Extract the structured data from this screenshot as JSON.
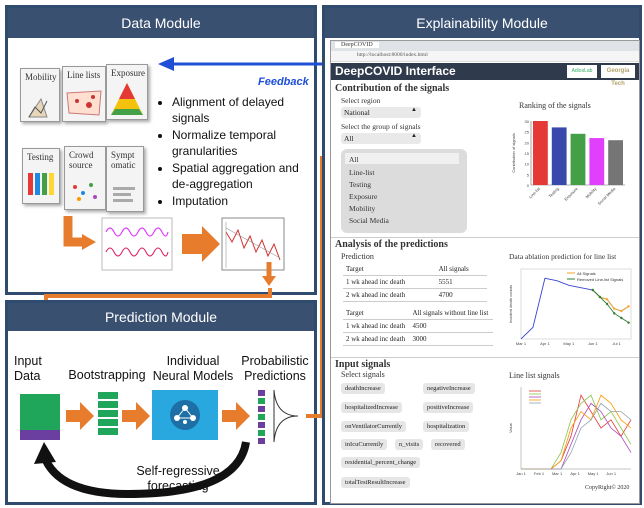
{
  "data_module": {
    "title": "Data Module",
    "feedback_label": "Feedback",
    "cards": [
      "Mobility",
      "Line lists",
      "Exposure",
      "Testing",
      "Crowd source",
      "Sympt omatic"
    ],
    "bullets": [
      "Alignment of delayed signals",
      "Normalize temporal granularities",
      "Spatial aggregation and de-aggregation",
      "Imputation"
    ]
  },
  "prediction_module": {
    "title": "Prediction Module",
    "steps": [
      "Input Data",
      "Bootstrapping",
      "Individual Neural Models",
      "Probabilistic Predictions"
    ],
    "loop_label": "Self-regressive forecasting"
  },
  "explainability_module": {
    "title": "Explainability Module",
    "browser_tab": "DeepCOVID",
    "browser_url": "http://localhost:8000/index.html",
    "app_title": "DeepCOVID Interface",
    "logo_1": "AdiosLab",
    "logo_2": "Georgia Tech",
    "contrib": {
      "heading": "Contribution of the signals",
      "region_label": "Select region",
      "region_value": "National",
      "group_label": "Select the group of signals",
      "group_value": "All",
      "group_options": [
        "All",
        "Line-list",
        "Testing",
        "Exposure",
        "Mobility",
        "Social Media"
      ],
      "ranking_title": "Ranking of the signals"
    },
    "analysis": {
      "heading": "Analysis of the predictions",
      "prediction_label": "Prediction",
      "table1": {
        "headers": [
          "Target",
          "All signals"
        ],
        "rows": [
          [
            "1 wk ahead inc death",
            "5551"
          ],
          [
            "2 wk ahead inc death",
            "4700"
          ]
        ]
      },
      "table2": {
        "headers": [
          "Target",
          "All signals without line list"
        ],
        "rows": [
          [
            "1 wk ahead inc death",
            "4500"
          ],
          [
            "2 wk ahead inc death",
            "3000"
          ]
        ]
      },
      "ablation_title": "Data ablation prediction for line list",
      "legend": [
        "All Signals",
        "Removed Line-list Signals"
      ]
    },
    "inputs": {
      "heading": "Input signals",
      "select_label": "Select signals",
      "chips": [
        "deathIncrease",
        "negativeIncrease",
        "hospitalizedIncrease",
        "positiveIncrease",
        "onVentilatorCurrently",
        "hospitalization",
        "inIcuCurrently",
        "n_visits",
        "recovered",
        "residential_percent_change",
        "totalTestResultIncrease"
      ],
      "line_title": "Line list signals",
      "copyright": "CopyRight© 2020"
    }
  },
  "chart_data": [
    {
      "type": "bar",
      "title": "Ranking of the signals",
      "ylabel": "Contribution of signals",
      "categories": [
        "Line-list",
        "Testing",
        "Exposure",
        "Mobility",
        "Social Media"
      ],
      "values": [
        30,
        27,
        24,
        22,
        21
      ],
      "ylim": [
        0,
        30
      ],
      "colors": [
        "#e53935",
        "#3949ab",
        "#43a047",
        "#e040fb",
        "#757575"
      ]
    },
    {
      "type": "line",
      "title": "Data ablation prediction for line list",
      "ylabel": "Incident death counts",
      "x_ticks": [
        "Mar 1",
        "Apr 1",
        "May 1",
        "Jun 1",
        "Jul 1"
      ],
      "series": [
        {
          "name": "All Signals",
          "color": "#f5a623",
          "x": [
            0,
            0.5,
            1,
            1.5,
            2,
            2.5,
            3,
            3.3,
            3.6,
            3.9,
            4.2,
            4.5
          ],
          "y": [
            2,
            500,
            2600,
            2500,
            2300,
            2200,
            2100,
            1800,
            1700,
            1300,
            1200,
            1400
          ]
        },
        {
          "name": "Removed Line-list Signals",
          "color": "#2e7d32",
          "x": [
            3,
            3.3,
            3.6,
            3.9,
            4.2,
            4.5
          ],
          "y": [
            2100,
            1800,
            1500,
            1100,
            900,
            700
          ]
        }
      ]
    },
    {
      "type": "line",
      "title": "Line list signals",
      "ylabel": "Value",
      "x_ticks": [
        "Jan 1",
        "Feb 1",
        "Mar 1",
        "Apr 1",
        "May 1",
        "Jun 1"
      ],
      "series": [
        {
          "color": "#e53935",
          "y": [
            0,
            0,
            0,
            0,
            1,
            4,
            9,
            7,
            5,
            6,
            4,
            6
          ]
        },
        {
          "color": "#8bc34a",
          "y": [
            0,
            0,
            0,
            0,
            2,
            6,
            8,
            9,
            6,
            7,
            5,
            3
          ]
        },
        {
          "color": "#ab47bc",
          "y": [
            0,
            0,
            0,
            0,
            0,
            3,
            6,
            8,
            7,
            5,
            4,
            2
          ]
        },
        {
          "color": "#ff9800",
          "y": [
            0,
            0,
            0,
            0,
            1,
            5,
            7,
            6,
            9,
            8,
            6,
            5
          ]
        },
        {
          "color": "#90a4ae",
          "y": [
            0,
            0,
            0,
            0,
            0,
            2,
            5,
            6,
            8,
            7,
            7,
            6
          ]
        }
      ]
    }
  ]
}
